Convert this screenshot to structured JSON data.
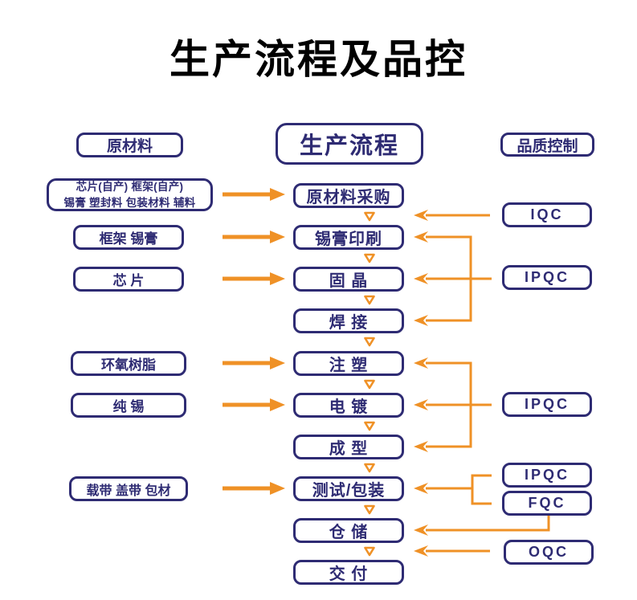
{
  "title": "生产流程及品控",
  "colors": {
    "navy": "#2E2B73",
    "orange": "#EF9126",
    "title": "#000000",
    "background": "#FFFFFF"
  },
  "columns": {
    "materials": {
      "header": "原材料",
      "sources_line1": "芯片(自产) 框架(自产)",
      "sources_line2": "锡膏 塑封料 包装材料 辅料",
      "items": [
        "框架 锡膏",
        "芯 片",
        "环氧树脂",
        "纯 锡",
        "载带 盖带 包材"
      ]
    },
    "process": {
      "header": "生产流程",
      "steps": [
        "原材料采购",
        "锡膏印刷",
        "固 晶",
        "焊 接",
        "注 塑",
        "电 镀",
        "成 型",
        "测试/包装",
        "仓 储",
        "交 付"
      ]
    },
    "quality": {
      "header": "品质控制",
      "labels": [
        "IQC",
        "IPQC",
        "IPQC",
        "IPQC",
        "FQC",
        "OQC"
      ]
    }
  }
}
